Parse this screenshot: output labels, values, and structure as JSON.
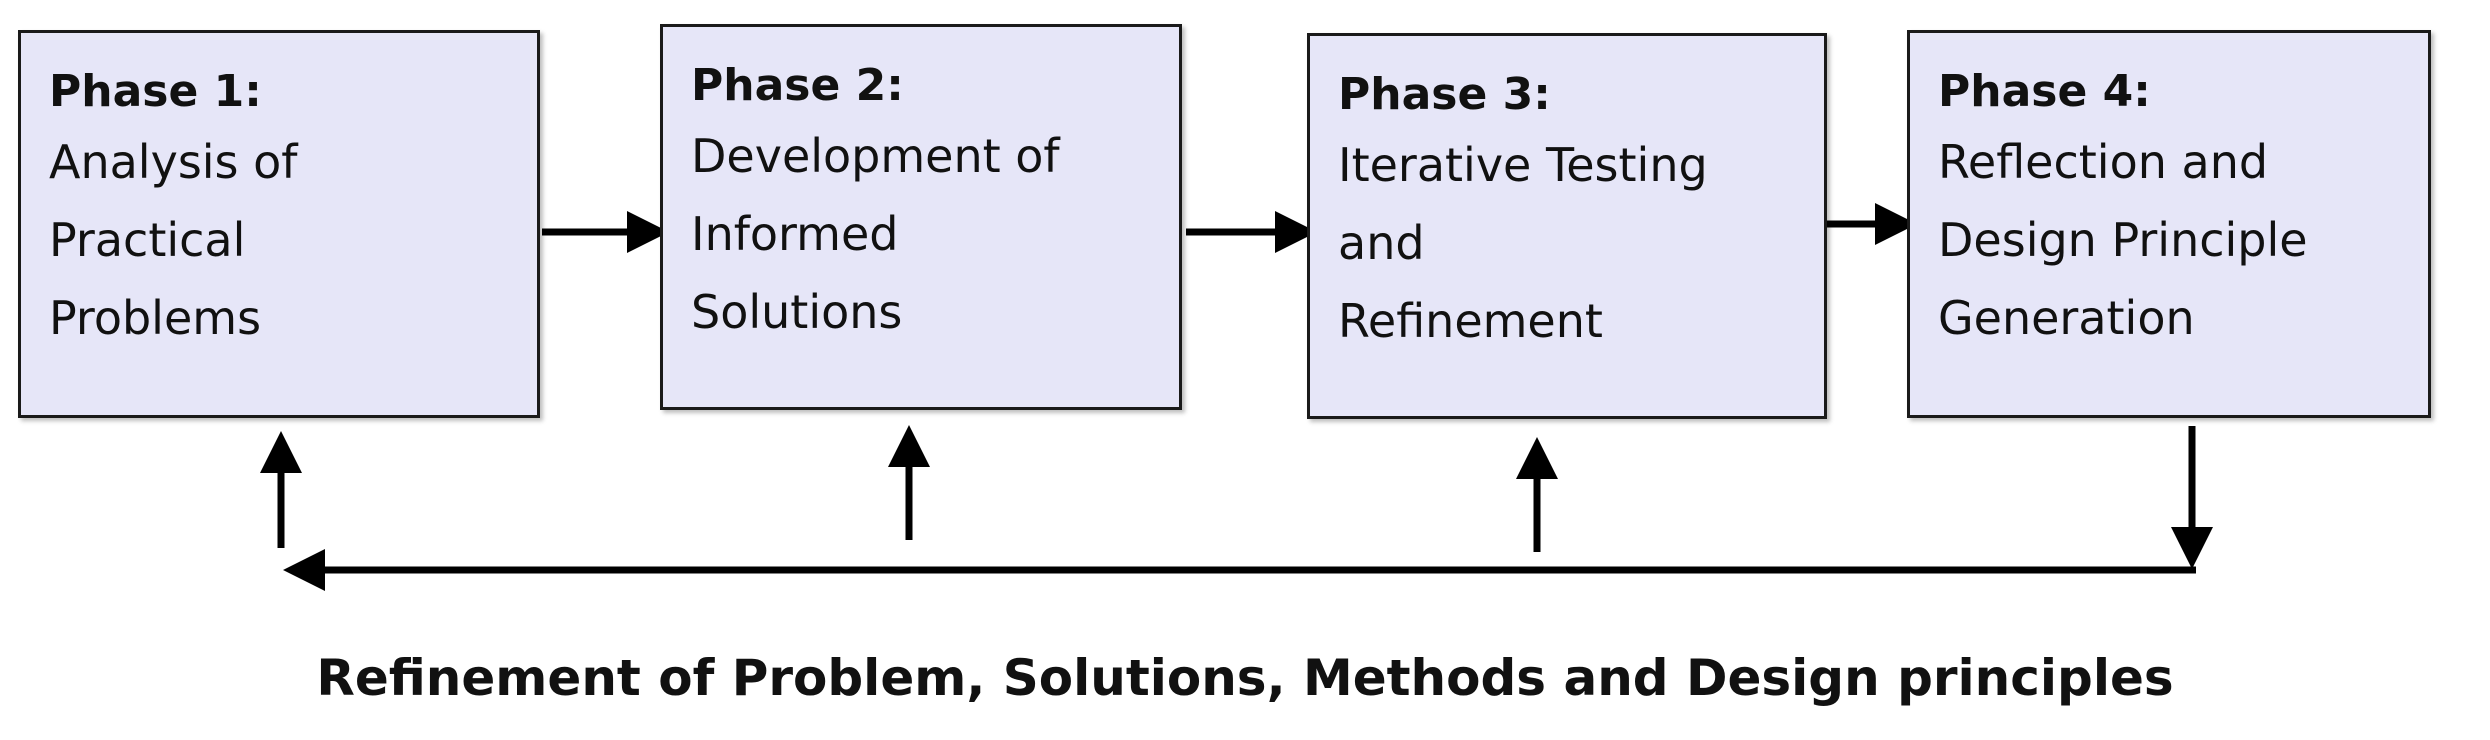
{
  "phases": [
    {
      "title": "Phase 1:",
      "body": "Analysis of\nPractical\nProblems"
    },
    {
      "title": "Phase 2:",
      "body": "Development of\nInformed\nSolutions"
    },
    {
      "title": "Phase 3:",
      "body": "Iterative Testing\nand\nRefinement"
    },
    {
      "title": "Phase 4:",
      "body": "Reflection and\nDesign Principle\nGeneration"
    }
  ],
  "caption": "Refinement of Problem, Solutions, Methods and Design principles",
  "colors": {
    "box_fill": "#e6e6f8",
    "box_border": "#1a1a1a",
    "arrow": "#000000",
    "text": "#111111"
  }
}
